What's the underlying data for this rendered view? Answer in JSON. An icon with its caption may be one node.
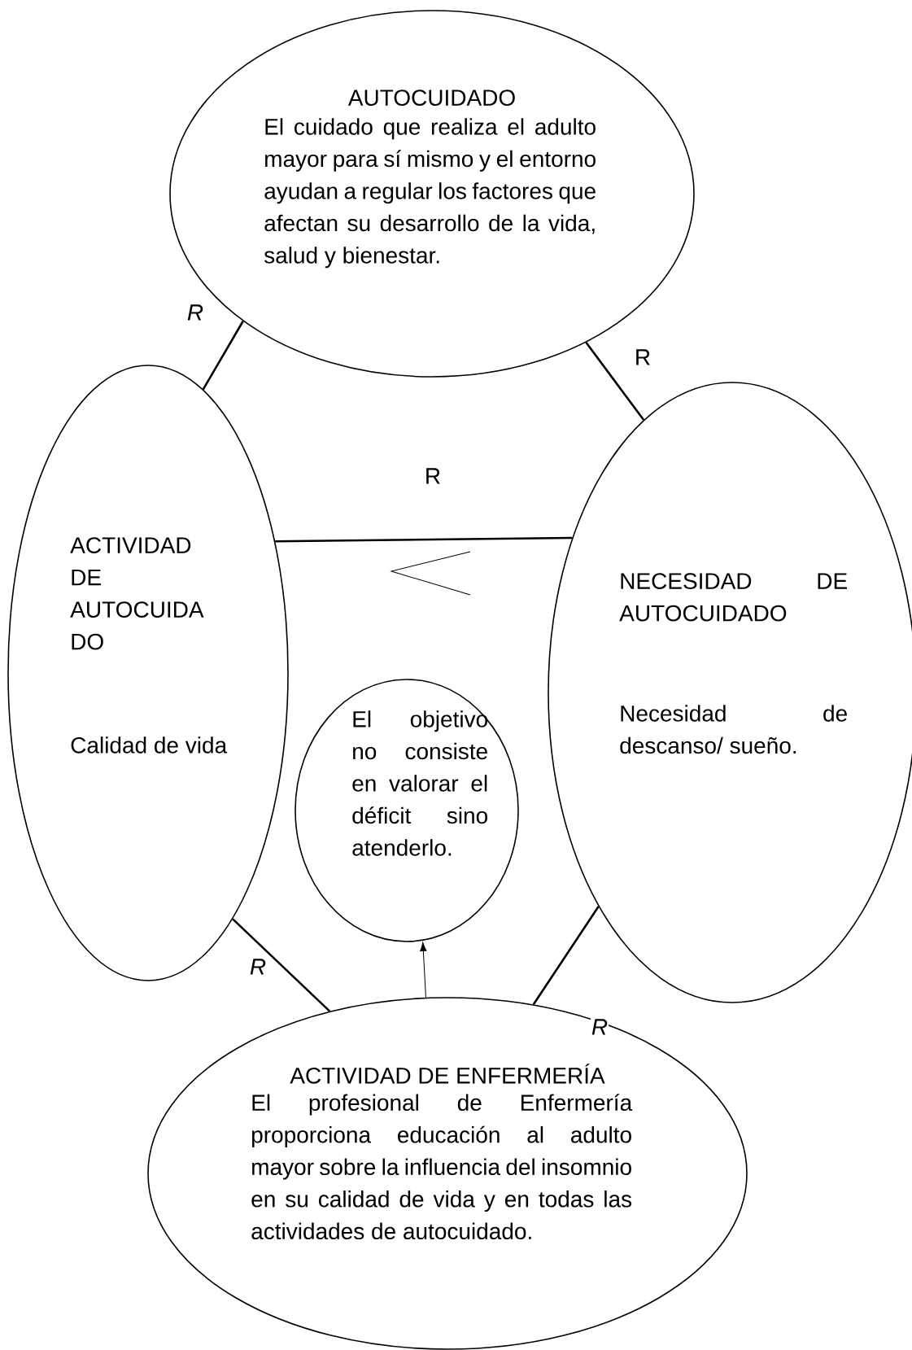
{
  "diagram": {
    "nodes": [
      {
        "text": [
          "AUTOCUIDADO",
          "El cuidado que realiza el adulto mayor para sí mismo y el entorno ayudan a regular los factores que afectan su desarrollo de la vida, salud y bienestar."
        ]
      },
      {
        "text": [
          "ACTIVIDAD DE AUTOCUIDA DO",
          "Calidad de vida"
        ]
      },
      {
        "text": [
          "NECESIDAD DE AUTOCUIDADO",
          "Necesidad de descanso/ sueño."
        ]
      },
      {
        "text": [
          "El objetivo no consiste en valorar el déficit sino atenderlo."
        ]
      },
      {
        "text": [
          "ACTIVIDAD DE ENFERMERÍA",
          "El profesional de Enfermería proporciona educación al adulto mayor sobre la influencia del insomnio en su calidad de vida y en todas las actividades de autocuidado."
        ]
      }
    ],
    "edges": [
      {
        "from": 0,
        "to": 1,
        "arrow": "none",
        "label": "*R*"
      },
      {
        "from": 0,
        "to": 2,
        "arrow": "none",
        "label": "R"
      },
      {
        "from": 1,
        "to": 2,
        "arrow": "none",
        "label": "R"
      },
      {
        "from": 1,
        "to": 4,
        "arrow": "none",
        "label": "*R*"
      },
      {
        "from": 2,
        "to": 4,
        "arrow": "none",
        "label": "*R*"
      },
      {
        "from": 4,
        "to": 3,
        "arrow": "to"
      }
    ]
  }
}
